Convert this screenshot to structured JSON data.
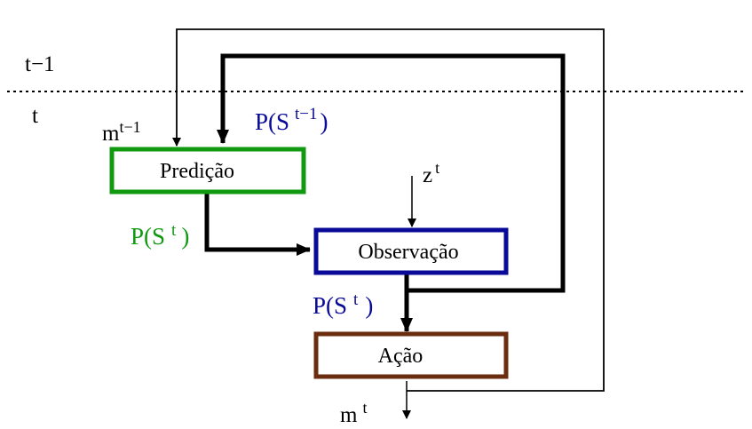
{
  "time_labels": {
    "previous": "t−1",
    "current": "t"
  },
  "blocks": {
    "prediction": {
      "label": "Predição",
      "color": "#119911"
    },
    "observation": {
      "label": "Observação",
      "color": "#0a0a99"
    },
    "action": {
      "label": "Ação",
      "color": "#6b2d0f"
    }
  },
  "signals": {
    "m_prev": {
      "base": "m",
      "sup": "t−1"
    },
    "z_t": {
      "base": "z",
      "sup": "t"
    },
    "m_t": {
      "base": "m",
      "sup": "t"
    },
    "p_prev": {
      "pre": "P(S",
      "sup": "t−1",
      "post": ")",
      "color": "#0a0a99"
    },
    "p_pred": {
      "pre": "P(S",
      "sup": "t",
      "post": ")",
      "color": "#119911"
    },
    "p_obs": {
      "pre": "P(S",
      "sup": "t",
      "post": ")",
      "color": "#0a0a99"
    }
  }
}
